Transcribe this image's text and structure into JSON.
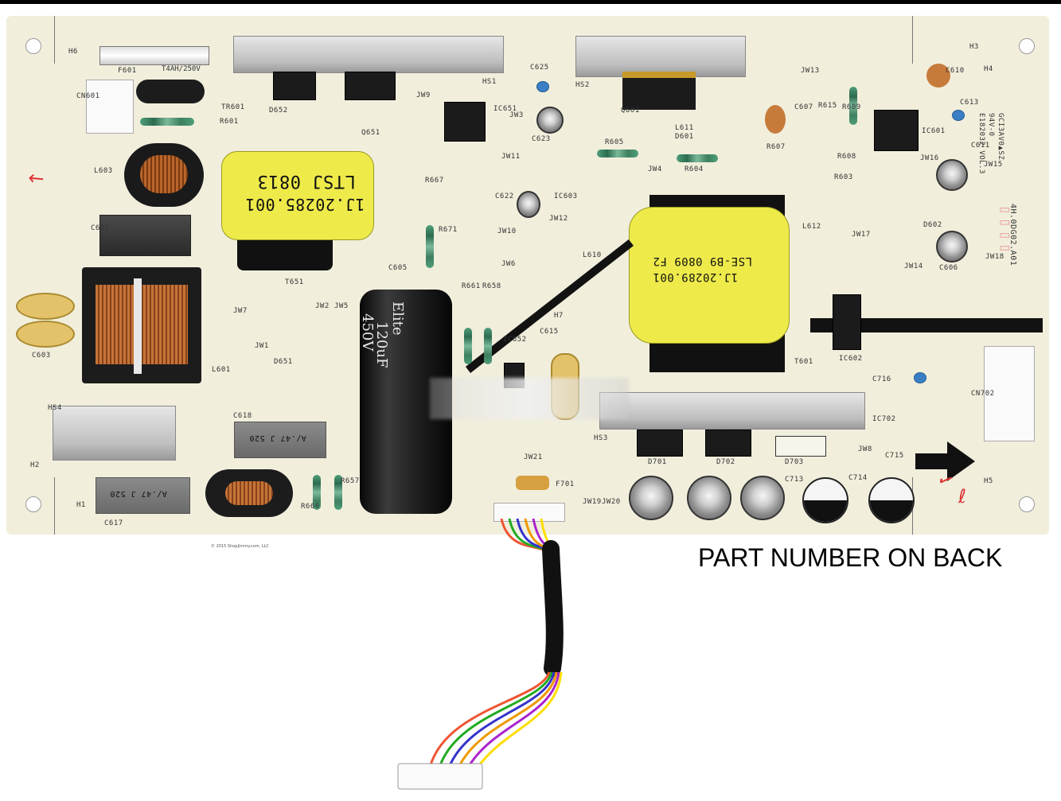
{
  "image": {
    "annotation": "PART NUMBER ON BACK"
  },
  "board": {
    "copyright": "© 2015 ShopJimmy.com, LLC",
    "board_id": "GCI3AV0▲SZ",
    "board_rating": "94V-0",
    "board_cert": "E182032 VOL.3",
    "board_number": "4H.0DG02.A01",
    "fuse_rating": "T4AH/250V",
    "transformer_labels": {
      "t651_line1": "1J.20285.001",
      "t651_line2": "LTSJ 0813",
      "t601_line1": "1J.20289.001",
      "t601_line2": "LSE-B9 0809 F2"
    },
    "big_cap_text": [
      "120uF",
      "450V",
      "Elite"
    ],
    "film_cap_text": "A/.47 J 520",
    "labels": [
      "H6",
      "F601",
      "CN601",
      "TR601",
      "R601",
      "HS1",
      "D652",
      "Q651",
      "IC651",
      "JW3",
      "C625",
      "JW9",
      "C623",
      "HS2",
      "Q601",
      "L611",
      "D601",
      "R607",
      "C607",
      "R615",
      "R609",
      "C610",
      "C613",
      "IC601",
      "C611",
      "JW15",
      "R605",
      "R604",
      "JW4",
      "JW11",
      "R667",
      "IC603",
      "C622",
      "JW12",
      "JW10",
      "JW6",
      "R671",
      "C605",
      "T651",
      "C601",
      "L603",
      "C603",
      "L601",
      "JW7",
      "JW2",
      "JW5",
      "JW1",
      "D651",
      "R661",
      "R658",
      "IC652",
      "C615",
      "H7",
      "L610",
      "T601",
      "IC602",
      "L612",
      "JW17",
      "JW14",
      "JW18",
      "D602",
      "C606",
      "R608",
      "R603",
      "C716",
      "IC702",
      "CN702",
      "HS4",
      "C618",
      "C617",
      "R657",
      "R660",
      "H1",
      "H2",
      "H3",
      "H4",
      "H5",
      "JW13",
      "JW21",
      "F701",
      "JW19",
      "JW20",
      "HS3",
      "D701",
      "D702",
      "D703",
      "C713",
      "C714",
      "C715",
      "JW8",
      "JW16"
    ]
  },
  "colors": {
    "board": "#f1eedc",
    "tape": "#eeea4a",
    "track": "#121212",
    "annotation_text": "#000000"
  }
}
